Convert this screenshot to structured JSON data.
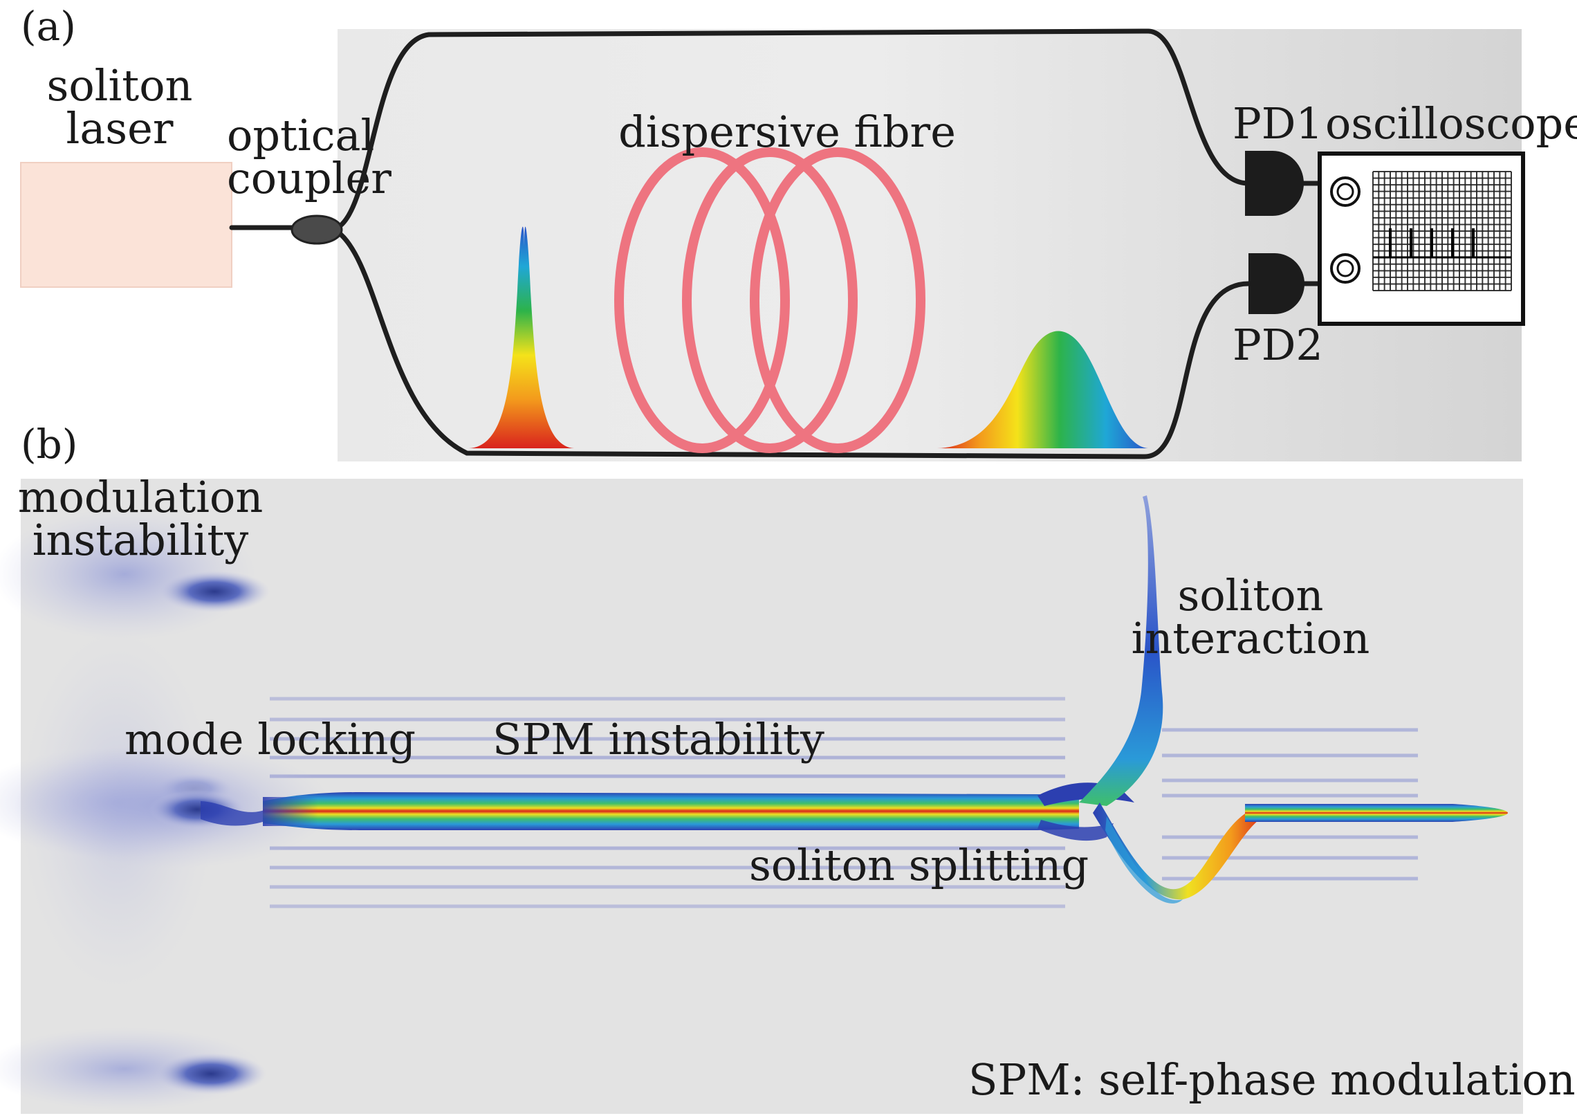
{
  "panel_a": {
    "label": "(a)",
    "soliton_laser": "soliton\nlaser",
    "optical_coupler": "optical\ncoupler",
    "dispersive_fibre": "dispersive fibre",
    "pd1": "PD1",
    "oscilloscope": "oscilloscope",
    "pd2": "PD2"
  },
  "panel_b": {
    "label": "(b)",
    "modulation_instability": "modulation\ninstability",
    "mode_locking": "mode locking",
    "spm_instability": "SPM instability",
    "soliton_splitting": "soliton splitting",
    "soliton_interaction": "soliton\ninteraction",
    "spm_note": "SPM: self-phase modulation"
  },
  "colors": {
    "laser_box": "#fbe3d8",
    "panel_bg": "#e3e3e3",
    "fibre_coil": "#ee7480",
    "fibre_line": "#1e1e1e",
    "detector": "#1c1c1c",
    "halo": "#c4c6e4"
  }
}
